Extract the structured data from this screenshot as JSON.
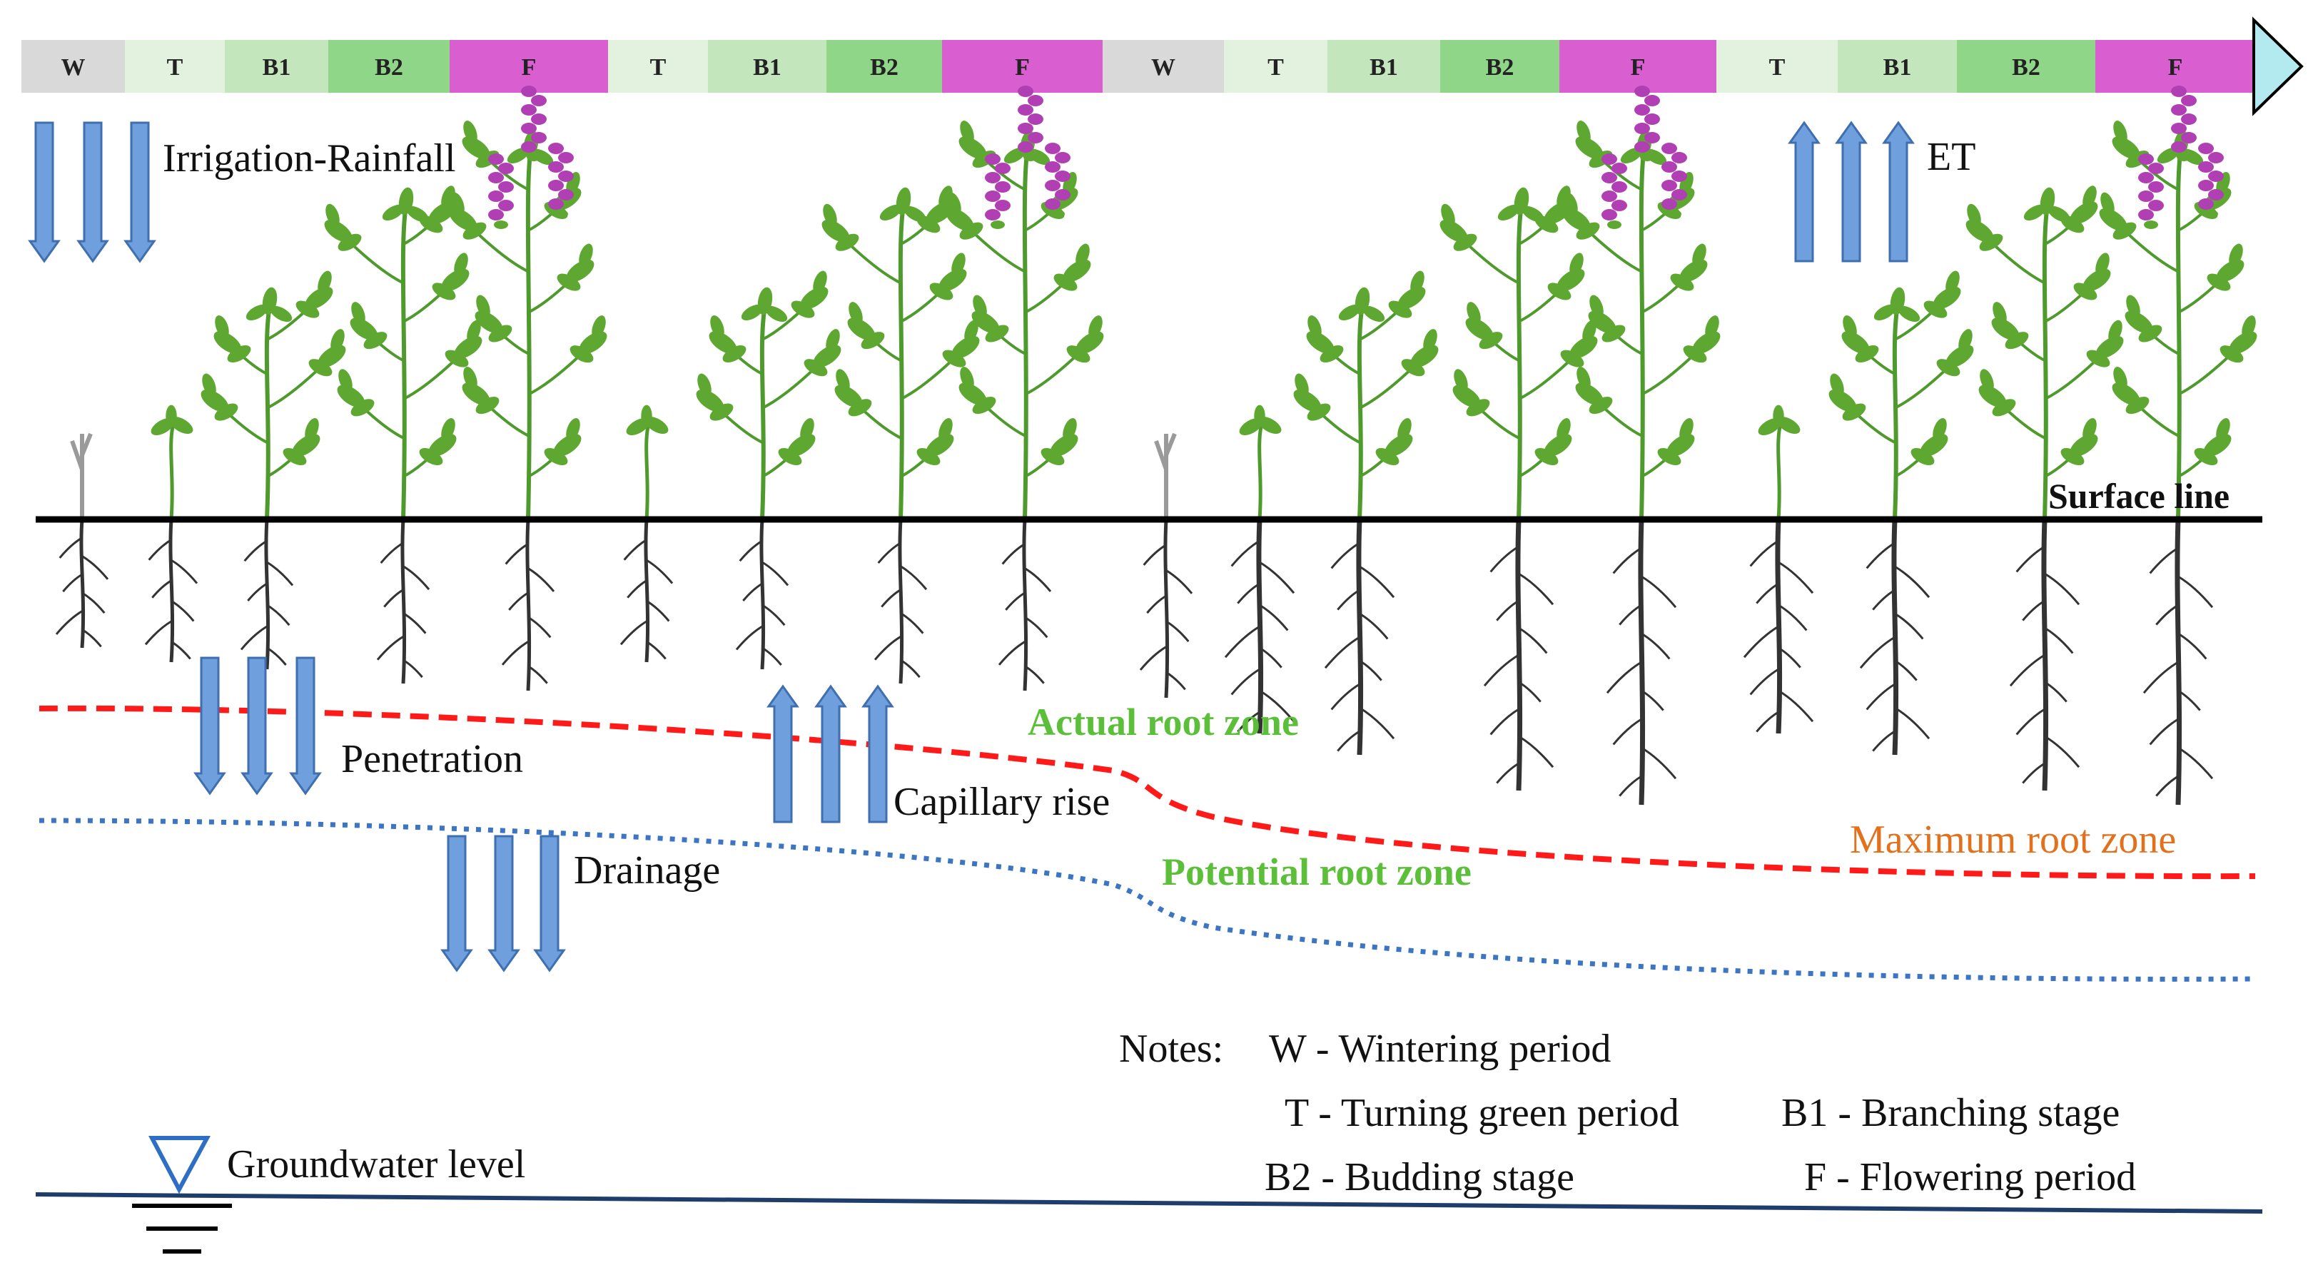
{
  "timeline": {
    "stages": [
      {
        "code": "W",
        "color": "#d9d9d9"
      },
      {
        "code": "T",
        "color": "#e2f2df"
      },
      {
        "code": "B1",
        "color": "#c4e6bd"
      },
      {
        "code": "B2",
        "color": "#8fd689"
      },
      {
        "code": "F",
        "color": "#d95fd0"
      },
      {
        "code": "T",
        "color": "#e2f2df"
      },
      {
        "code": "B1",
        "color": "#c4e6bd"
      },
      {
        "code": "B2",
        "color": "#8fd689"
      },
      {
        "code": "F",
        "color": "#d95fd0"
      },
      {
        "code": "W",
        "color": "#d9d9d9"
      },
      {
        "code": "T",
        "color": "#e2f2df"
      },
      {
        "code": "B1",
        "color": "#c4e6bd"
      },
      {
        "code": "B2",
        "color": "#8fd689"
      },
      {
        "code": "F",
        "color": "#d95fd0"
      },
      {
        "code": "T",
        "color": "#e2f2df"
      },
      {
        "code": "B1",
        "color": "#c4e6bd"
      },
      {
        "code": "B2",
        "color": "#8fd689"
      },
      {
        "code": "F",
        "color": "#d95fd0"
      }
    ],
    "arrow_color": "#b3eaf0"
  },
  "labels": {
    "irrigation": "Irrigation-Rainfall",
    "et": "ET",
    "surface_line": "Surface line",
    "penetration": "Penetration",
    "capillary_rise": "Capillary  rise",
    "drainage": "Drainage",
    "actual_root_zone": "Actual root zone",
    "potential_root_zone": "Potential root zone",
    "maximum_root_zone": "Maximum  root zone",
    "groundwater_level": "Groundwater level"
  },
  "notes": {
    "heading": "Notes:",
    "w": "W - Wintering  period",
    "t": "T - Turning green period",
    "b1": "B1 - Branching stage",
    "b2": "B2 - Budding  stage",
    "f": "F - Flowering  period"
  },
  "colors": {
    "arrow_fill": "#6f9fdc",
    "arrow_stroke": "#3f6fae",
    "actual_zone_line": "#ff1a1a",
    "potential_zone_line": "#3b75c4",
    "groundwater_line": "#1f3d6b",
    "surface_line": "#000000",
    "leaf": "#5ea832",
    "stem": "#4f9a2c",
    "flower": "#b13fb4",
    "root": "#333333",
    "dry_plant": "#9a9a9a"
  },
  "plants": [
    {
      "stage": "W"
    },
    {
      "stage": "T"
    },
    {
      "stage": "B1"
    },
    {
      "stage": "B2"
    },
    {
      "stage": "F"
    },
    {
      "stage": "T"
    },
    {
      "stage": "B1"
    },
    {
      "stage": "B2"
    },
    {
      "stage": "F"
    },
    {
      "stage": "W"
    },
    {
      "stage": "T"
    },
    {
      "stage": "B1"
    },
    {
      "stage": "B2"
    },
    {
      "stage": "F"
    },
    {
      "stage": "T"
    },
    {
      "stage": "B1"
    },
    {
      "stage": "B2"
    },
    {
      "stage": "F"
    }
  ]
}
